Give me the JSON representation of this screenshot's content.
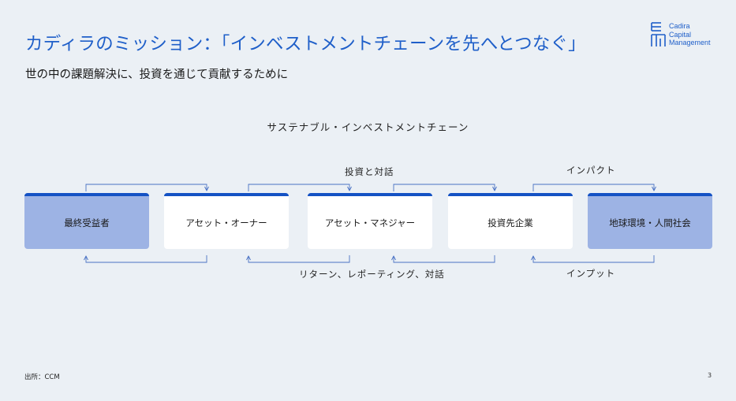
{
  "header": {
    "title": "カディラのミッション：「インベストメントチェーンを先へとつなぐ」",
    "subtitle": "世の中の課題解決に、投資を通じて貢献するために"
  },
  "logo": {
    "line1": "Cadira",
    "line2": "Capital",
    "line3": "Management"
  },
  "diagram": {
    "title": "サステナブル・インベストメントチェーン",
    "nodes": [
      {
        "label": "最終受益者"
      },
      {
        "label": "アセット・オーナー"
      },
      {
        "label": "アセット・マネジャー"
      },
      {
        "label": "投資先企業"
      },
      {
        "label": "地球環境・人間社会"
      }
    ],
    "top_flow_label_1": "投資と対話",
    "top_flow_label_2": "インパクト",
    "bottom_flow_label_1": "リターン、レポーティング、対話",
    "bottom_flow_label_2": "インプット"
  },
  "footer": {
    "source": "出所：CCM",
    "page_number": "3"
  },
  "colors": {
    "accent": "#1f5fc9",
    "box_border": "#1452c4",
    "box_blue": "#9db3e4",
    "arrow": "#4a72c4"
  }
}
